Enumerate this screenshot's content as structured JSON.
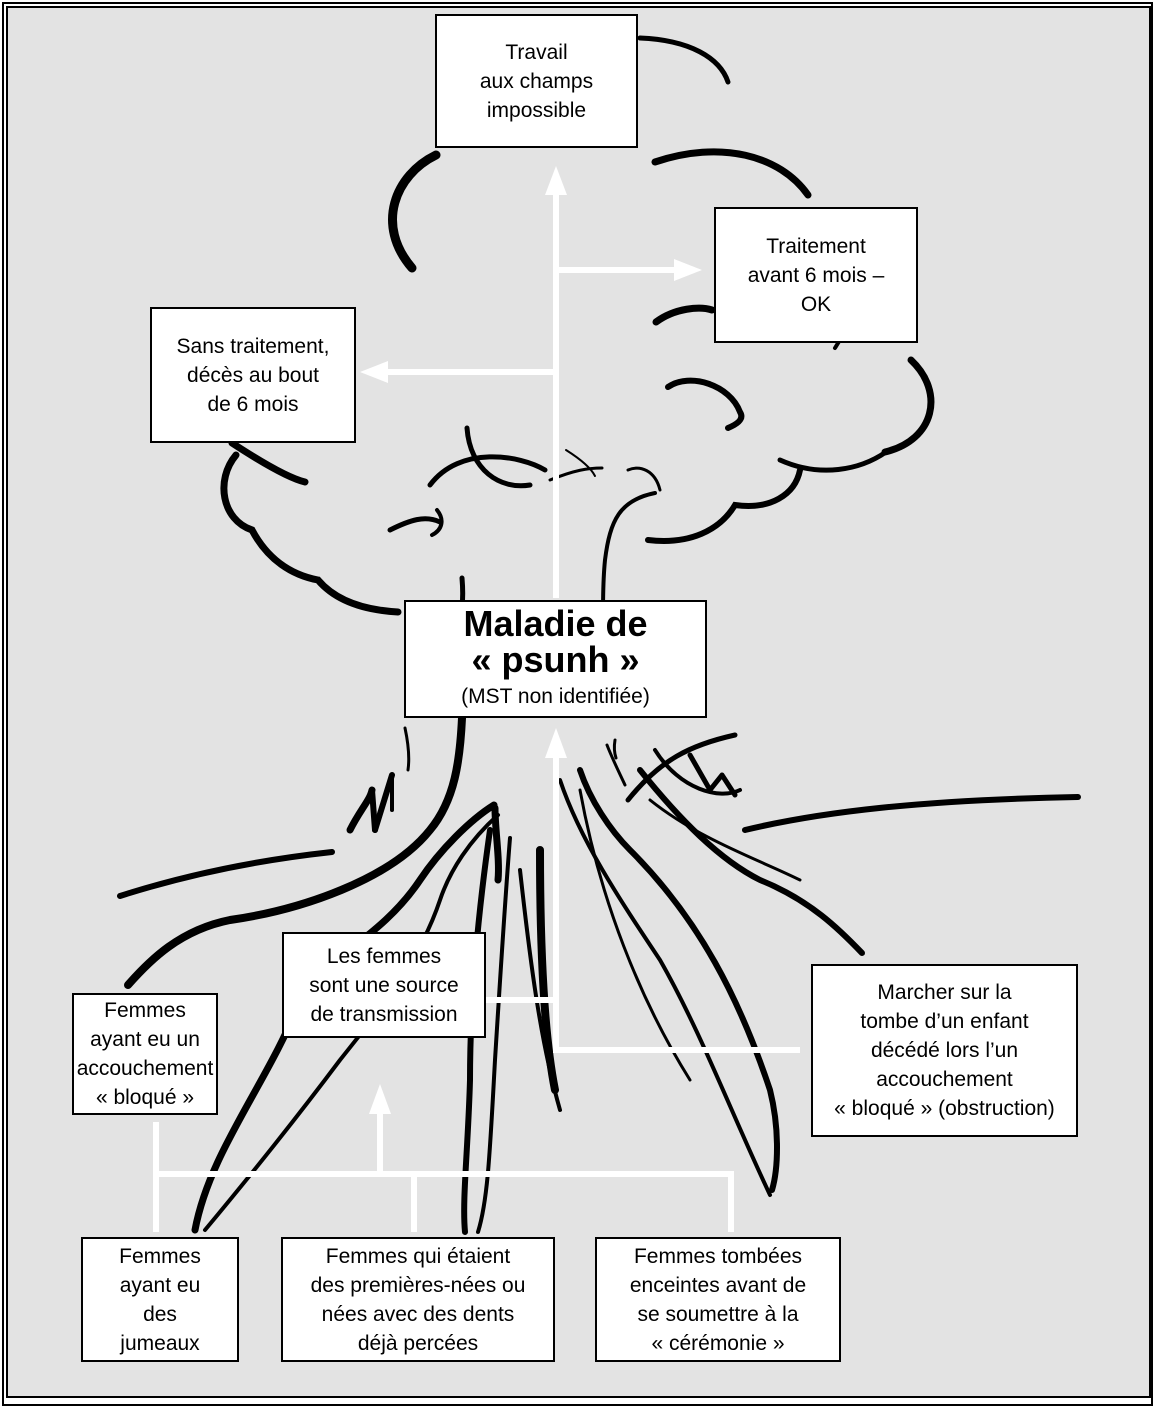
{
  "diagram": {
    "center": {
      "title": "Maladie de\n« psunh »",
      "subtitle": "(MST non identifiée)"
    },
    "consequences": {
      "fields": "Travail\naux champs\nimpossible",
      "treatment": "Traitement\navant 6 mois –\nOK",
      "no_treatment": "Sans traitement,\ndécès au bout\nde 6 mois"
    },
    "causes": {
      "transmission": "Les femmes\nsont une source\nde transmission",
      "blocked_birth": "Femmes\nayant eu un\naccouchement\n« bloqué »",
      "grave": "Marcher sur la\ntombe d’un enfant\ndécédé lors l’un\naccouchement\n« bloqué » (obstruction)",
      "twins": "Femmes\nayant eu\ndes\njumeaux",
      "firstborn": "Femmes qui étaient\ndes premières-nées ou\nnées avec des dents\ndéjà percées",
      "pregnant": "Femmes tombées\nenceintes avant de\nse soumettre à la\n« cérémonie »"
    },
    "colors": {
      "background": "#e3e3e3",
      "box": "#ffffff",
      "lines": "#ffffff",
      "ink": "#000000"
    }
  }
}
